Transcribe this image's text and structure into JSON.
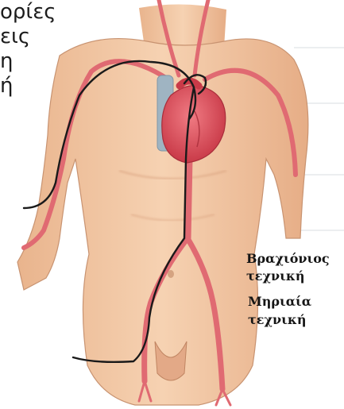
{
  "side_text": [
    "ορίες",
    "εις",
    "η",
    "ή"
  ],
  "labels": {
    "brachial_line1": "Βραχιόνιος",
    "brachial_line2": "τεχνική",
    "femoral_line1": "Μηριαία",
    "femoral_line2": "τεχνική"
  },
  "colors": {
    "skin": "#f2c9a4",
    "skin_shadow": "#d9a27c",
    "artery": "#e06a72",
    "heart": "#e2535e",
    "catheter": "#1a1a1a",
    "vein": "#9fb4c2",
    "frame_bg": "#ffffff"
  }
}
